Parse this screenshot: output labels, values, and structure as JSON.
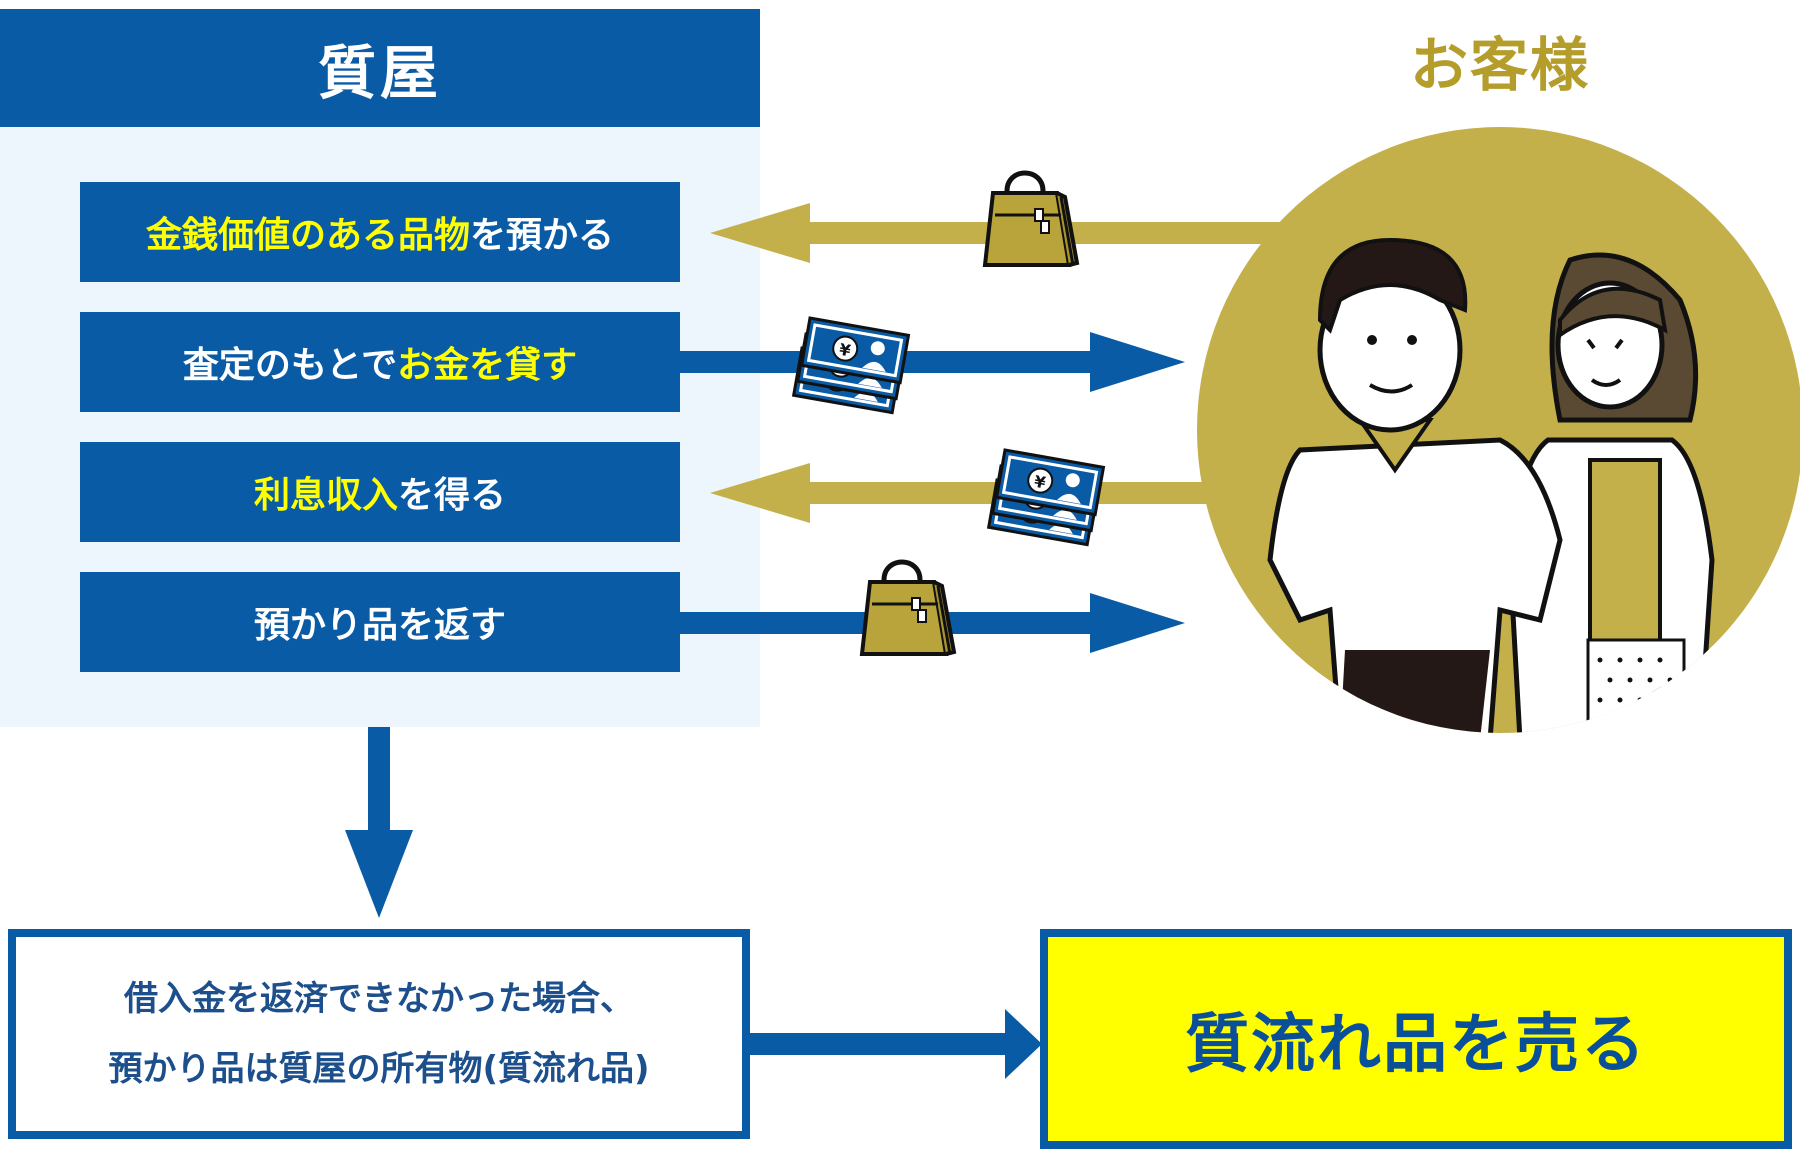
{
  "shop": {
    "title": "質屋",
    "steps": [
      {
        "parts": [
          {
            "text": "金銭価値のある品物",
            "highlight": true
          },
          {
            "text": "を預かる",
            "highlight": false
          }
        ]
      },
      {
        "parts": [
          {
            "text": "査定のもとで",
            "highlight": false
          },
          {
            "text": "お金を貸す",
            "highlight": true
          }
        ]
      },
      {
        "parts": [
          {
            "text": "利息収入",
            "highlight": true
          },
          {
            "text": "を得る",
            "highlight": false
          }
        ]
      },
      {
        "parts": [
          {
            "text": "預かり品を返す",
            "highlight": false
          }
        ]
      }
    ]
  },
  "customer": {
    "title": "お客様"
  },
  "result": {
    "line1": "借入金を返済できなかった場合、",
    "line2": "預かり品は質屋の所有物(質流れ品)"
  },
  "sell": {
    "label": "質流れ品を売る"
  },
  "colors": {
    "blue": "#0a5ba6",
    "gold": "#c4b04a",
    "gold_text": "#b59d2b",
    "highlight": "#ffff00",
    "panel_bg": "#edf5fd"
  }
}
